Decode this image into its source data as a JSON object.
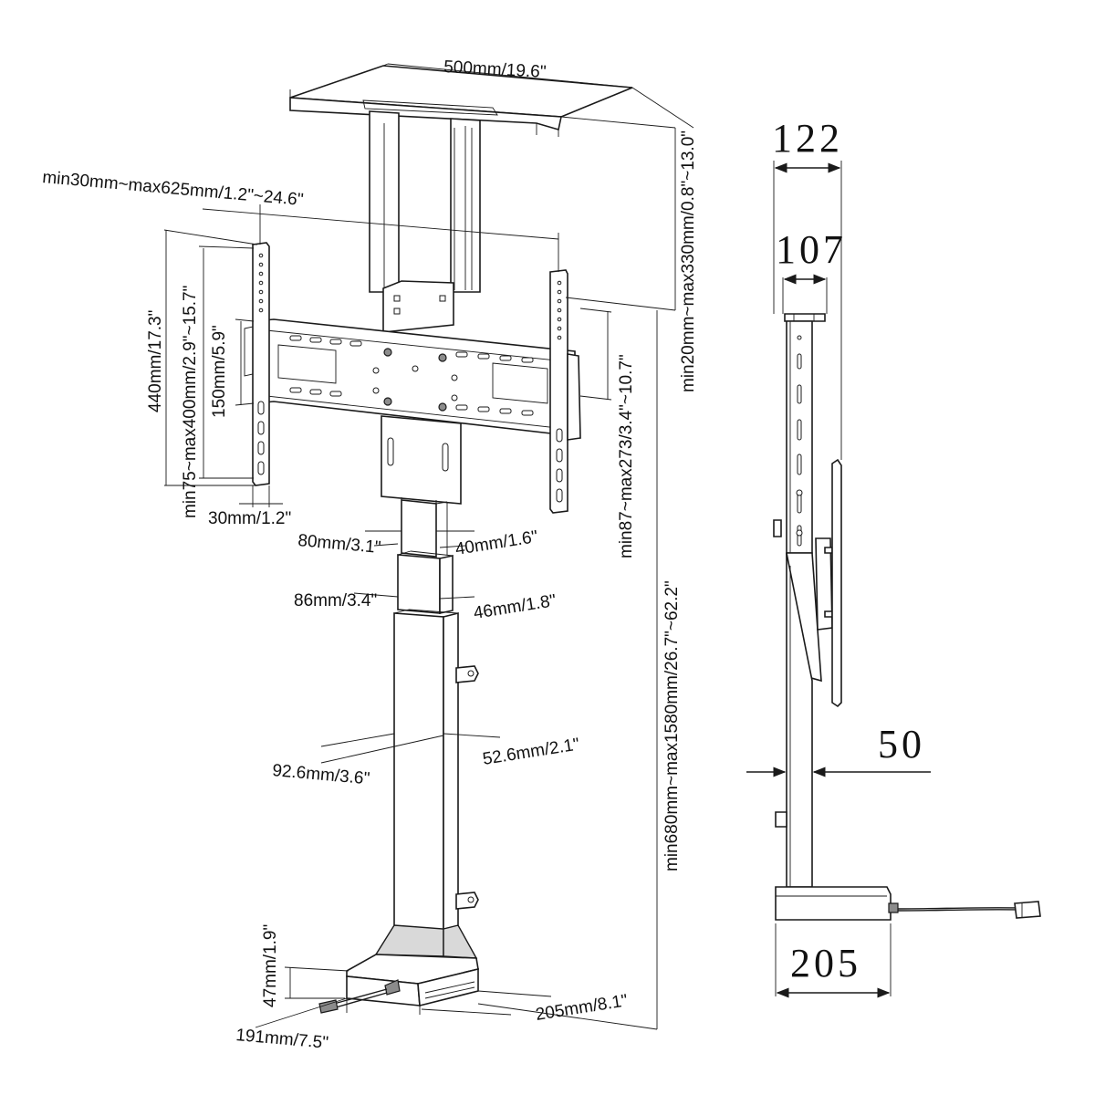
{
  "front_view": {
    "top_width": "500mm/19.6\"",
    "arm_span": "min30mm~max625mm/1.2\"~24.6\"",
    "top_height_range": "min20mm~max330mm/0.8\"~13.0\"",
    "vesa_height": "440mm/17.3\"",
    "vesa_vertical": "min75~max400mm/2.9\"~15.7\"",
    "bracket_height": "150mm/5.9\"",
    "arm_width": "30mm/1.2\"",
    "bracket_offset": "min87~max273/3.4\"~10.7\"",
    "top_column_width": "80mm/3.1\"",
    "top_column_depth": "40mm/1.6\"",
    "mid_column_width": "86mm/3.4\"",
    "mid_column_depth": "46mm/1.8\"",
    "lower_column_width": "92.6mm/3.6\"",
    "lower_column_depth": "52.6mm/2.1\"",
    "total_height": "min680mm~max1580mm/26.7\"~62.2\"",
    "base_height": "47mm/1.9\"",
    "base_width": "191mm/7.5\"",
    "base_depth": "205mm/8.1\""
  },
  "side_view": {
    "top_outer": "122",
    "top_inner": "107",
    "offset": "50",
    "base": "205"
  }
}
